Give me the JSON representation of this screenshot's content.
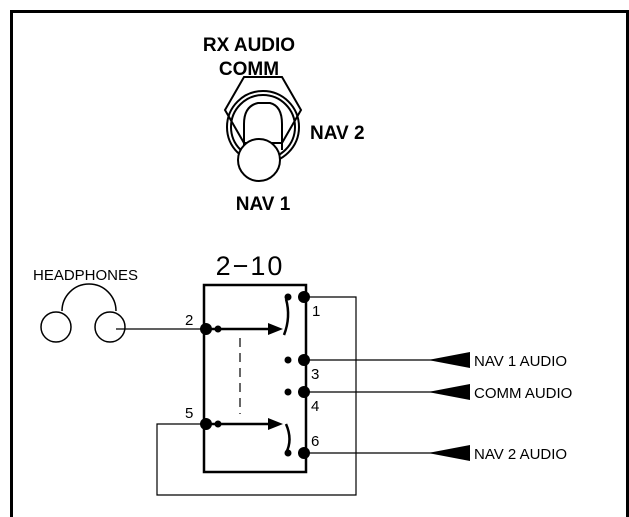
{
  "switch_panel": {
    "title_line1": "RX AUDIO",
    "title_line2": "COMM",
    "right_label": "NAV 2",
    "bottom_label": "NAV 1"
  },
  "wiring": {
    "connector_label": "2−10",
    "headphones_label": "HEADPHONES",
    "pins": [
      "1",
      "2",
      "3",
      "4",
      "5",
      "6"
    ],
    "inputs": [
      "NAV 1 AUDIO",
      "COMM AUDIO",
      "NAV 2 AUDIO"
    ]
  }
}
